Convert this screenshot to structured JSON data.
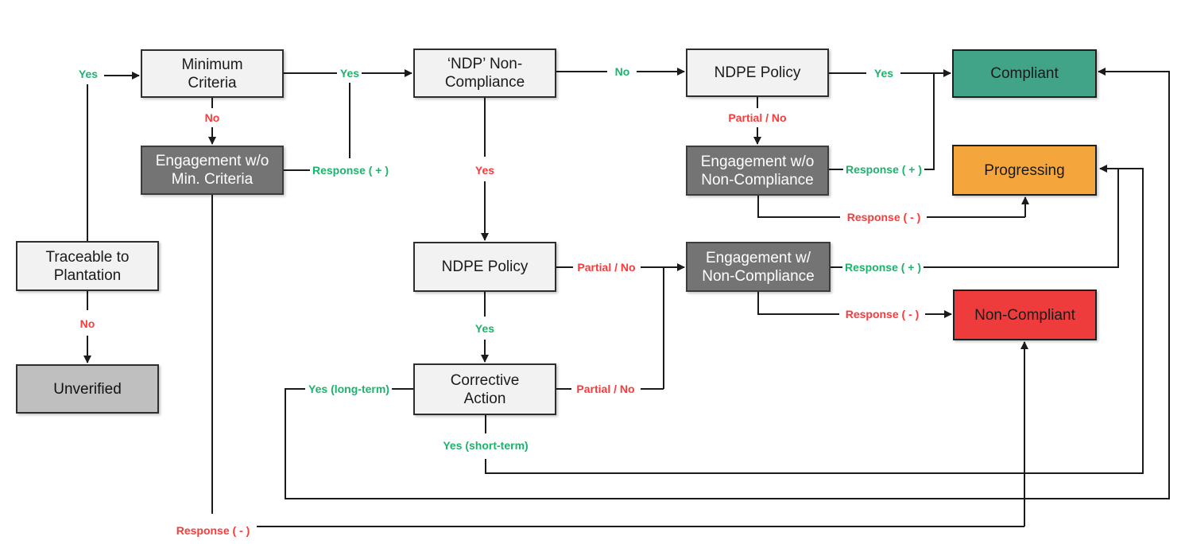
{
  "nodes": {
    "minimum_criteria": "Minimum Criteria",
    "ndp_non_compliance": "‘NDP’ Non-Compliance",
    "ndpe_policy_top": "NDPE Policy",
    "compliant": "Compliant",
    "engagement_wo_min_criteria": "Engagement w/o Min. Criteria",
    "engagement_wo_non_compliance": "Engagement w/o Non-Compliance",
    "progressing": "Progressing",
    "traceable_to_plantation": "Traceable to Plantation",
    "ndpe_policy_mid": "NDPE Policy",
    "engagement_w_non_compliance": "Engagement w/ Non-Compliance",
    "non_compliant": "Non-Compliant",
    "unverified": "Unverified",
    "corrective_action": "Corrective Action"
  },
  "edges": {
    "start_yes": "Yes",
    "minimum_criteria_no": "No",
    "minimum_criteria_yes": "Yes",
    "engagement_wo_min_criteria_response_positive": "Response ( + )",
    "engagement_wo_min_criteria_response_negative": "Response ( - )",
    "ndp_non_compliance_no": "No",
    "ndp_non_compliance_yes": "Yes",
    "ndpe_policy_top_partial_no": "Partial / No",
    "ndpe_policy_top_yes": "Yes",
    "engagement_wo_non_compliance_response_positive": "Response ( + )",
    "engagement_wo_non_compliance_response_negative": "Response ( - )",
    "ndpe_policy_mid_partial_no": "Partial / No",
    "ndpe_policy_mid_yes": "Yes",
    "engagement_w_non_compliance_response_positive": "Response ( + )",
    "engagement_w_non_compliance_response_negative": "Response ( - )",
    "traceable_no": "No",
    "corrective_action_partial_no": "Partial / No",
    "corrective_action_yes_long_term": "Yes (long-term)",
    "corrective_action_yes_short_term": "Yes (short-term)"
  },
  "colors": {
    "light_node_fill": "#f2f2f2",
    "dark_node_fill": "#747474",
    "unverified_node_fill": "#bfbfbf",
    "compliant_fill": "#41a388",
    "progressing_fill": "#f4a63c",
    "non_compliant_fill": "#ee3c3c",
    "positive_label_text": "#1cb36c",
    "negative_label_text": "#fa3a3a",
    "connector_line": "#1b1b1b"
  }
}
